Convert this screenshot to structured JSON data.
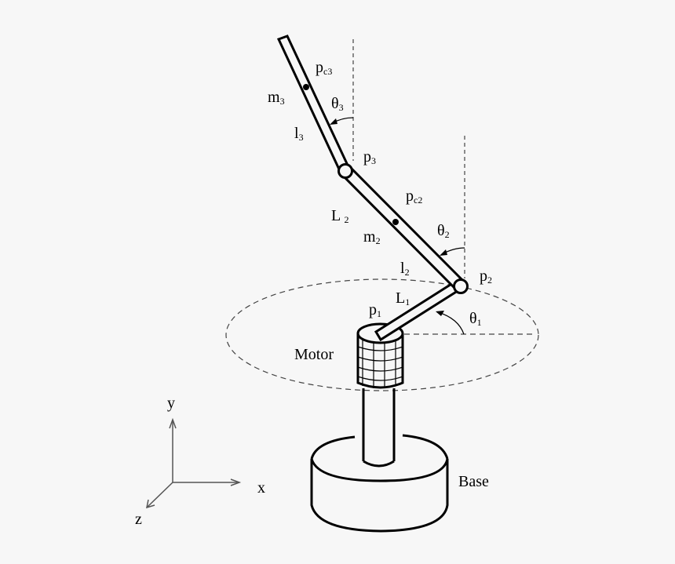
{
  "diagram": {
    "title": "3-link robot arm on rotating base",
    "labels": {
      "pc3": {
        "main": "p",
        "sub": "c3"
      },
      "m3": {
        "main": "m",
        "sub": "3"
      },
      "theta3": {
        "main": "θ",
        "sub": "3"
      },
      "l3": {
        "main": "l",
        "sub": "3"
      },
      "p3": {
        "main": "p",
        "sub": "3"
      },
      "pc2": {
        "main": "p",
        "sub": "c2"
      },
      "L2": {
        "main": "L ",
        "sub": "2"
      },
      "m2": {
        "main": "m",
        "sub": "2"
      },
      "theta2": {
        "main": "θ",
        "sub": "2"
      },
      "l2": {
        "main": "l",
        "sub": "2"
      },
      "p2": {
        "main": "p",
        "sub": "2"
      },
      "L1": {
        "main": "L",
        "sub": "1"
      },
      "p1": {
        "main": "p",
        "sub": "1"
      },
      "theta1": {
        "main": "θ",
        "sub": "1"
      },
      "motor": "Motor",
      "base": "Base",
      "axis_x": "x",
      "axis_y": "y",
      "axis_z": "z"
    },
    "colors": {
      "stroke": "#000000",
      "background": "#f7f7f7",
      "axes": "#555555"
    }
  }
}
